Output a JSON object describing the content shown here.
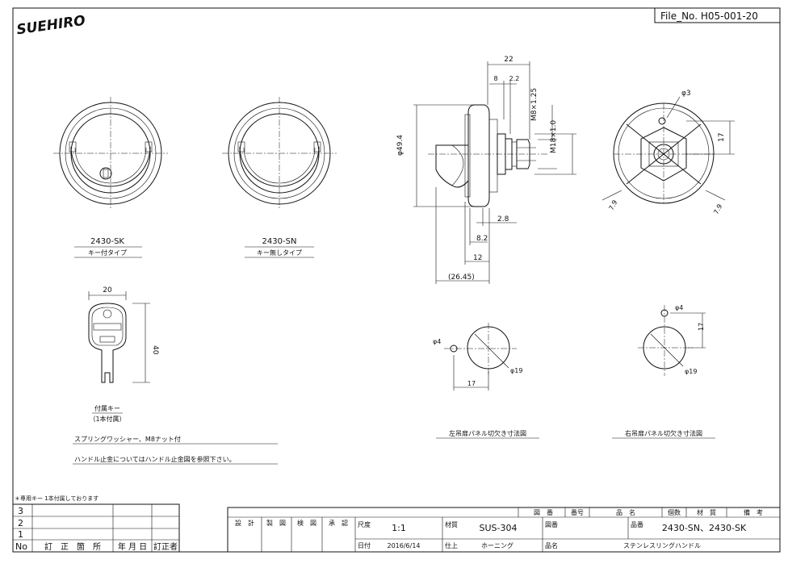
{
  "header": {
    "logo_text": "SUEHIRO",
    "file_no": "File_No. H05-001-20"
  },
  "front_views": {
    "left": {
      "model": "2430-SK",
      "desc": "キー付タイプ"
    },
    "right": {
      "model": "2430-SN",
      "desc": "キー無しタイプ"
    }
  },
  "key_view": {
    "width": "20",
    "height": "40",
    "caption1": "付属キー",
    "caption2": "（1本付属）"
  },
  "notes": {
    "n1": "スプリングワッシャー、M8ナット付",
    "n2": "ハンドル止金についてはハンドル止金図を参照下さい。"
  },
  "side_view": {
    "d22": "22",
    "d8": "8",
    "d22b": "2.2",
    "thread": "M8×1.25",
    "dia": "φ49.4",
    "m18": "M18×1.0",
    "d28": "2.8",
    "d82": "8.2",
    "d12": "12",
    "d2645": "(26.45)"
  },
  "back_view": {
    "hole": "φ3",
    "d17": "17",
    "a79l": "7.9",
    "a79r": "7.9"
  },
  "cutouts": {
    "left": {
      "hole": "φ4",
      "dia": "φ19",
      "dim": "17",
      "caption": "左吊扉パネル切欠き寸法図"
    },
    "right": {
      "hole": "φ4",
      "dia": "φ19",
      "dim": "17",
      "caption": "右吊扉パネル切欠き寸法図"
    }
  },
  "revision": {
    "note": "＊専用キー 1本付属しております",
    "rows": [
      "3",
      "2",
      "1"
    ],
    "headers": {
      "no": "No",
      "item": "訂　正　箇　所",
      "date": "年 月 日",
      "by": "訂正者"
    }
  },
  "title_block": {
    "design": "設　計",
    "draft": "製　図",
    "check": "検　図",
    "approve": "承　認",
    "scale_label": "尺度",
    "scale": "1:1",
    "material_label": "材質",
    "material": "SUS-304",
    "date_label": "日付",
    "date": "2016/6/14",
    "finish_label": "仕上",
    "finish": "ホーニング",
    "drawing_no_label": "図番",
    "product_no_label": "品番",
    "product_no": "2430-SN、2430-SK",
    "name_label": "品名",
    "name": "ステンレスリングハンドル",
    "parts_headers": [
      "図　番",
      "番号",
      "品　名",
      "個数",
      "材　質",
      "備　考"
    ]
  }
}
